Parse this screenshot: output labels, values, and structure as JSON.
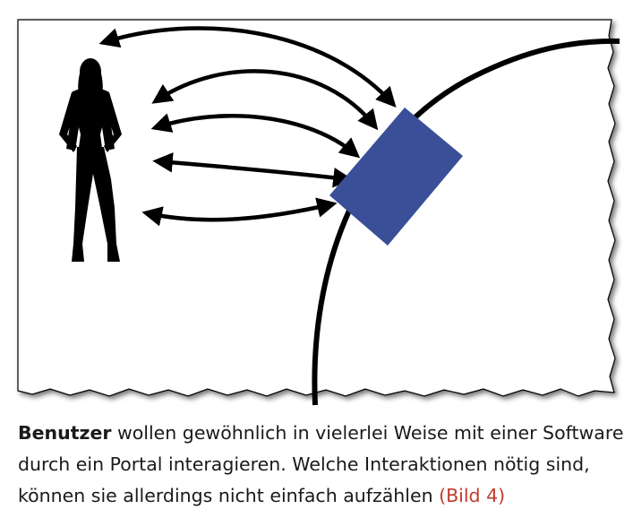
{
  "caption": {
    "bold_lead": "Benutzer",
    "text": " wollen gewöhnlich in vielerlei Weise mit einer Software durch ein Portal interagieren. Welche Interaktionen nötig sind, können sie allerdings nicht einfach aufzählen ",
    "figure_ref": "(Bild 4)"
  },
  "colors": {
    "portal": "#3a4f97",
    "arrows": "#000000",
    "caption_text": "#1a1a1a",
    "figure_ref": "#c0392b"
  },
  "icons": {
    "person": "user-silhouette-icon",
    "portal": "portal-square",
    "arrows": "bidirectional-arrow"
  }
}
